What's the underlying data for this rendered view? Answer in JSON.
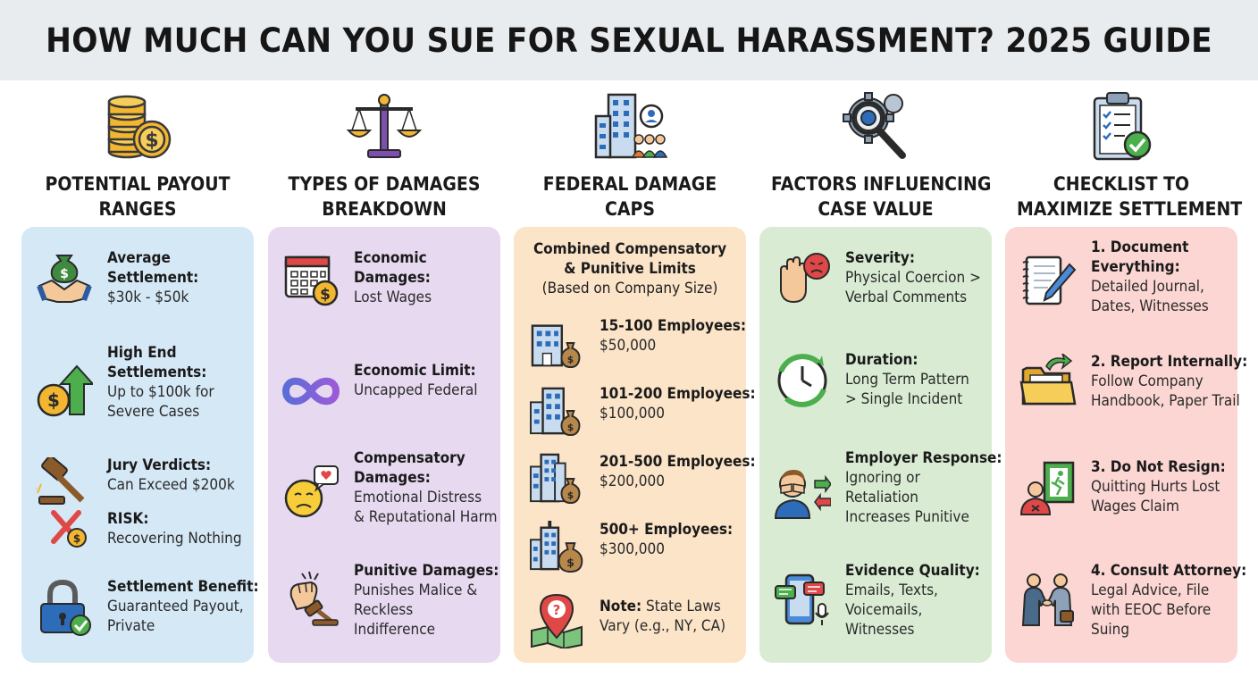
{
  "title": "HOW MUCH CAN YOU SUE FOR SEXUAL HARASSMENT? 2025 GUIDE",
  "columns": [
    {
      "heading": [
        "POTENTIAL PAYOUT",
        "RANGES"
      ],
      "icon": "coins-icon",
      "color": "#d5e8f6",
      "items": [
        {
          "icon": "handshake-money-icon",
          "title": [
            "Average",
            "Settlement:"
          ],
          "desc": [
            "$30k - $50k"
          ]
        },
        {
          "icon": "dollar-arrow-up-icon",
          "title": [
            "High End",
            "Settlements:"
          ],
          "desc": [
            "Up to $100k for",
            "Severe Cases"
          ]
        },
        {
          "icon": "gavel-icon",
          "title": [
            "Jury Verdicts:"
          ],
          "desc": [
            "Can Exceed $200k"
          ]
        },
        {
          "icon": "risk-x-icon",
          "title": [
            "RISK:"
          ],
          "desc": [
            "Recovering Nothing"
          ]
        },
        {
          "icon": "padlock-check-icon",
          "title": [
            "Settlement Benefit:"
          ],
          "desc": [
            "Guaranteed Payout,",
            "Private"
          ]
        }
      ]
    },
    {
      "heading": [
        "TYPES OF DAMAGES",
        "BREAKDOWN"
      ],
      "icon": "scales-icon",
      "color": "#e6d9f0",
      "items": [
        {
          "icon": "calendar-dollar-icon",
          "title": [
            "Economic",
            "Damages:"
          ],
          "desc": [
            "Lost Wages"
          ]
        },
        {
          "icon": "infinity-icon",
          "title": [
            "Economic Limit:"
          ],
          "desc": [
            "Uncapped Federal"
          ]
        },
        {
          "icon": "sad-face-heart-icon",
          "title": [
            "Compensatory",
            "Damages:"
          ],
          "desc": [
            "Emotional Distress",
            "& Reputational Harm"
          ]
        },
        {
          "icon": "fist-gavel-icon",
          "title": [
            "Punitive Damages:"
          ],
          "desc": [
            "Punishes Malice &",
            "Reckless",
            "Indifference"
          ]
        }
      ]
    },
    {
      "heading": [
        "FEDERAL DAMAGE",
        "CAPS"
      ],
      "icon": "office-people-icon",
      "color": "#fbe4c8",
      "subtitle": [
        "Combined Compensatory",
        "& Punitive Limits"
      ],
      "subnote": "(Based on Company Size)",
      "items": [
        {
          "icon": "building-small-icon",
          "title": [
            "15-100 Employees:"
          ],
          "desc": [
            "$50,000"
          ]
        },
        {
          "icon": "building-medium-icon",
          "title": [
            "101-200 Employees:"
          ],
          "desc": [
            "$100,000"
          ]
        },
        {
          "icon": "building-large-icon",
          "title": [
            "201-500 Employees:"
          ],
          "desc": [
            "$200,000"
          ]
        },
        {
          "icon": "skyscraper-icon",
          "title": [
            "500+ Employees:"
          ],
          "desc": [
            "$300,000"
          ]
        },
        {
          "icon": "map-pin-question-icon",
          "title": [
            "Note:"
          ],
          "inline": "State Laws",
          "desc": [
            "Vary (e.g., NY, CA)"
          ]
        }
      ]
    },
    {
      "heading": [
        "FACTORS INFLUENCING",
        "CASE VALUE"
      ],
      "icon": "gears-magnifier-icon",
      "color": "#d9ecd3",
      "items": [
        {
          "icon": "hand-angry-face-icon",
          "title": [
            "Severity:"
          ],
          "desc": [
            "Physical Coercion >",
            "Verbal Comments"
          ]
        },
        {
          "icon": "clock-icon",
          "title": [
            "Duration:"
          ],
          "desc": [
            "Long Term Pattern",
            "> Single Incident"
          ]
        },
        {
          "icon": "person-covering-face-icon",
          "title": [
            "Employer Response:"
          ],
          "desc": [
            "Ignoring or",
            "Retaliation",
            "Increases Punitive"
          ]
        },
        {
          "icon": "phone-messages-icon",
          "title": [
            "Evidence Quality:"
          ],
          "desc": [
            "Emails, Texts,",
            "Voicemails,",
            "Witnesses"
          ]
        }
      ]
    },
    {
      "heading": [
        "CHECKLIST TO",
        "MAXIMIZE SETTLEMENT"
      ],
      "icon": "clipboard-check-icon",
      "color": "#fbd6d3",
      "items": [
        {
          "icon": "notebook-pen-icon",
          "title": [
            "1. Document",
            "Everything:"
          ],
          "desc": [
            "Detailed Journal,",
            "Dates, Witnesses"
          ]
        },
        {
          "icon": "folder-arrow-icon",
          "title": [
            "2. Report Internally:"
          ],
          "desc": [
            "Follow Company",
            "Handbook, Paper Trail"
          ]
        },
        {
          "icon": "exit-door-icon",
          "title": [
            "3. Do Not Resign:"
          ],
          "desc": [
            "Quitting Hurts Lost",
            "Wages Claim"
          ]
        },
        {
          "icon": "attorney-handshake-icon",
          "title": [
            "4. Consult Attorney:"
          ],
          "desc": [
            "Legal Advice, File",
            "with EEOC Before",
            "Suing"
          ]
        }
      ]
    }
  ]
}
